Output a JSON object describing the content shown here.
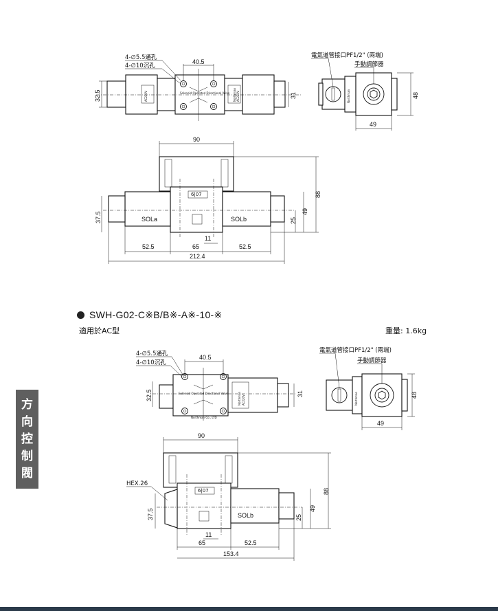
{
  "side_tab": {
    "chars": [
      "方",
      "向",
      "控",
      "制",
      "閥"
    ]
  },
  "section2": {
    "model": "SWH-G02-C※B/B※-A※-10-※",
    "subtitle": "適用於AC型",
    "weight": "重量: 1.6kg"
  },
  "top_view_labels": {
    "bolt_hole": "4-∅5.5通孔",
    "counterbore": "4-∅10沉孔"
  },
  "end_view_labels": {
    "conduit": "電氣道管接口PF1/2\" (兩端)",
    "manual": "手動調節器"
  },
  "valve_text": {
    "plate": "Solenoid Operated Directional Valve",
    "maker": "Northman",
    "voltage": "AC220V",
    "brand": "Northman Co., LTD"
  },
  "nameplate": "6|07",
  "sol_labels": {
    "a": "SOLa",
    "b": "SOLb"
  },
  "hex": "HEX.26",
  "dims_top": {
    "plan_width": "40.5",
    "plan_height": "32.5",
    "plan_height_right": "31",
    "end_width": "49",
    "end_height": "48",
    "front_top": "90",
    "front_height": "88",
    "front_mid": "49",
    "front_low": "25",
    "front_left_h": "37.5",
    "gap": "11",
    "left_seg": "52.5",
    "mid_seg": "65",
    "right_seg": "52.5",
    "total": "212.4"
  },
  "dims_bottom": {
    "plan_width": "40.5",
    "plan_height": "32.5",
    "plan_height_right": "31",
    "end_width": "49",
    "end_height": "48",
    "front_top": "90",
    "front_height": "88",
    "front_mid": "49",
    "front_low": "25",
    "front_left_h": "37.5",
    "gap": "11",
    "mid_seg": "65",
    "right_seg": "52.5",
    "total": "153.4"
  }
}
